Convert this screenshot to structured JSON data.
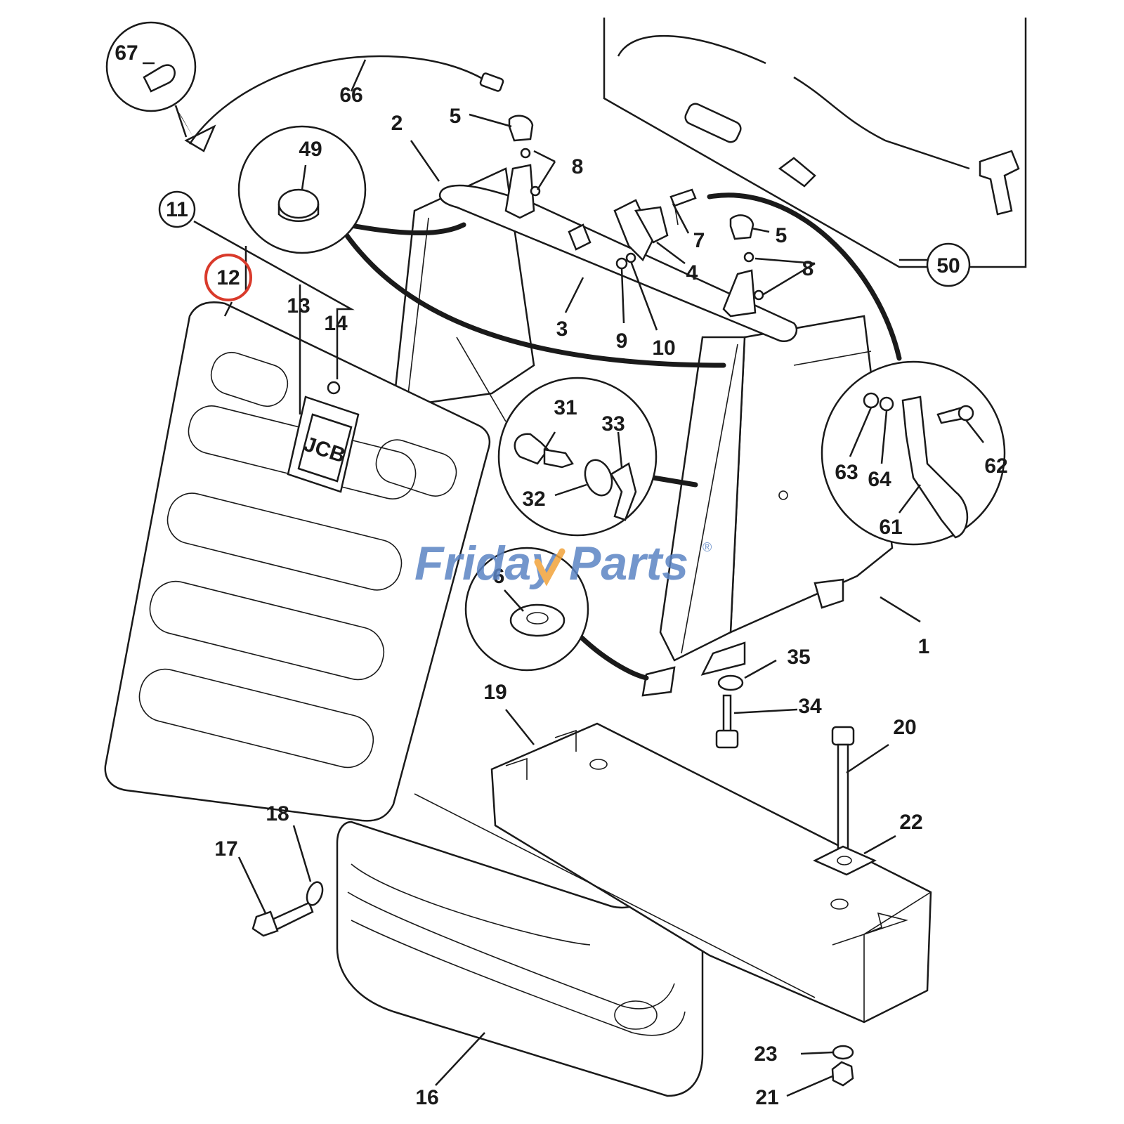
{
  "watermark": {
    "left": "Friday",
    "right": "Parts",
    "mark": "®",
    "color_blue": "#5b84c4",
    "color_orange": "#f2a33a"
  },
  "highlight_color": "#d93a2b",
  "logo_text": "JCB",
  "highlighted_part": "12",
  "labels": {
    "p1": "1",
    "p2": "2",
    "p3": "3",
    "p4": "4",
    "p5a": "5",
    "p5b": "5",
    "p6": "6",
    "p7": "7",
    "p8a": "8",
    "p8b": "8",
    "p9": "9",
    "p10": "10",
    "p11": "11",
    "p12": "12",
    "p13": "13",
    "p14": "14",
    "p16": "16",
    "p17": "17",
    "p18": "18",
    "p19": "19",
    "p20": "20",
    "p21": "21",
    "p22": "22",
    "p23": "23",
    "p31": "31",
    "p32": "32",
    "p33": "33",
    "p34": "34",
    "p35": "35",
    "p49": "49",
    "p50": "50",
    "p61": "61",
    "p62": "62",
    "p63": "63",
    "p64": "64",
    "p66": "66",
    "p67": "67"
  }
}
